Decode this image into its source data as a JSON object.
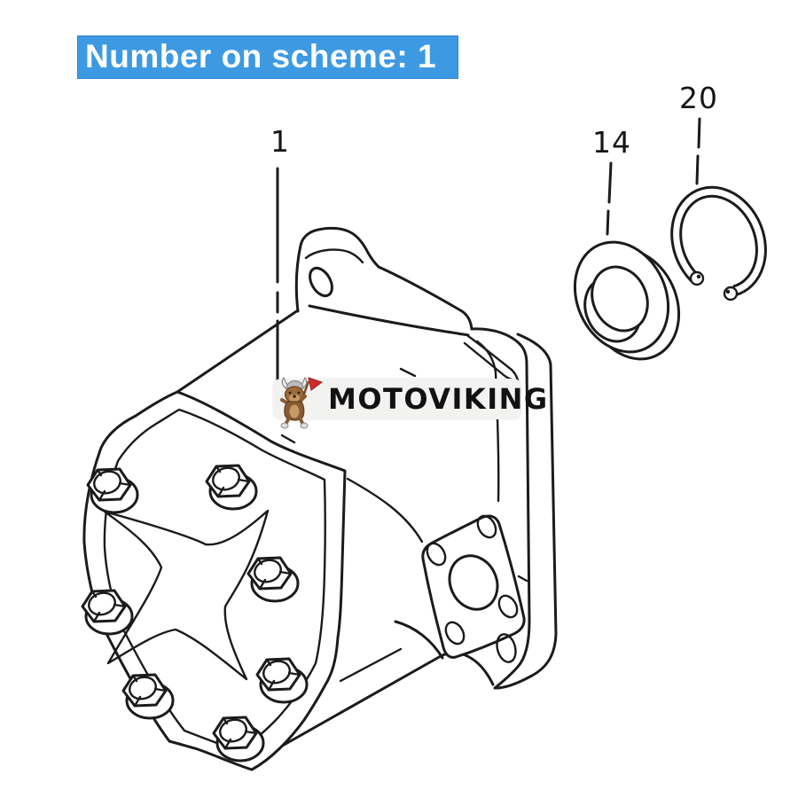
{
  "banner": {
    "text": "Number on scheme: 1"
  },
  "callouts": {
    "part1": {
      "number": "1"
    },
    "part14": {
      "number": "14"
    },
    "part20": {
      "number": "20"
    }
  },
  "watermark": {
    "brand": "MOTOVIKING"
  },
  "diagram": {
    "description": "exploded line drawing of a hydraulic gear pump with oil seal and snap ring",
    "parts_shown": [
      "1",
      "14",
      "20"
    ]
  },
  "colors": {
    "banner_bg": "#3d9ae2",
    "banner_text": "#ffffff",
    "line_ink": "#1b1b1b",
    "badge_bg": "#f2f2f1",
    "badge_text": "#121212",
    "mascot_fur": "#9a6a3a",
    "mascot_flag": "#cf2b2b",
    "page_bg": "#ffffff"
  }
}
